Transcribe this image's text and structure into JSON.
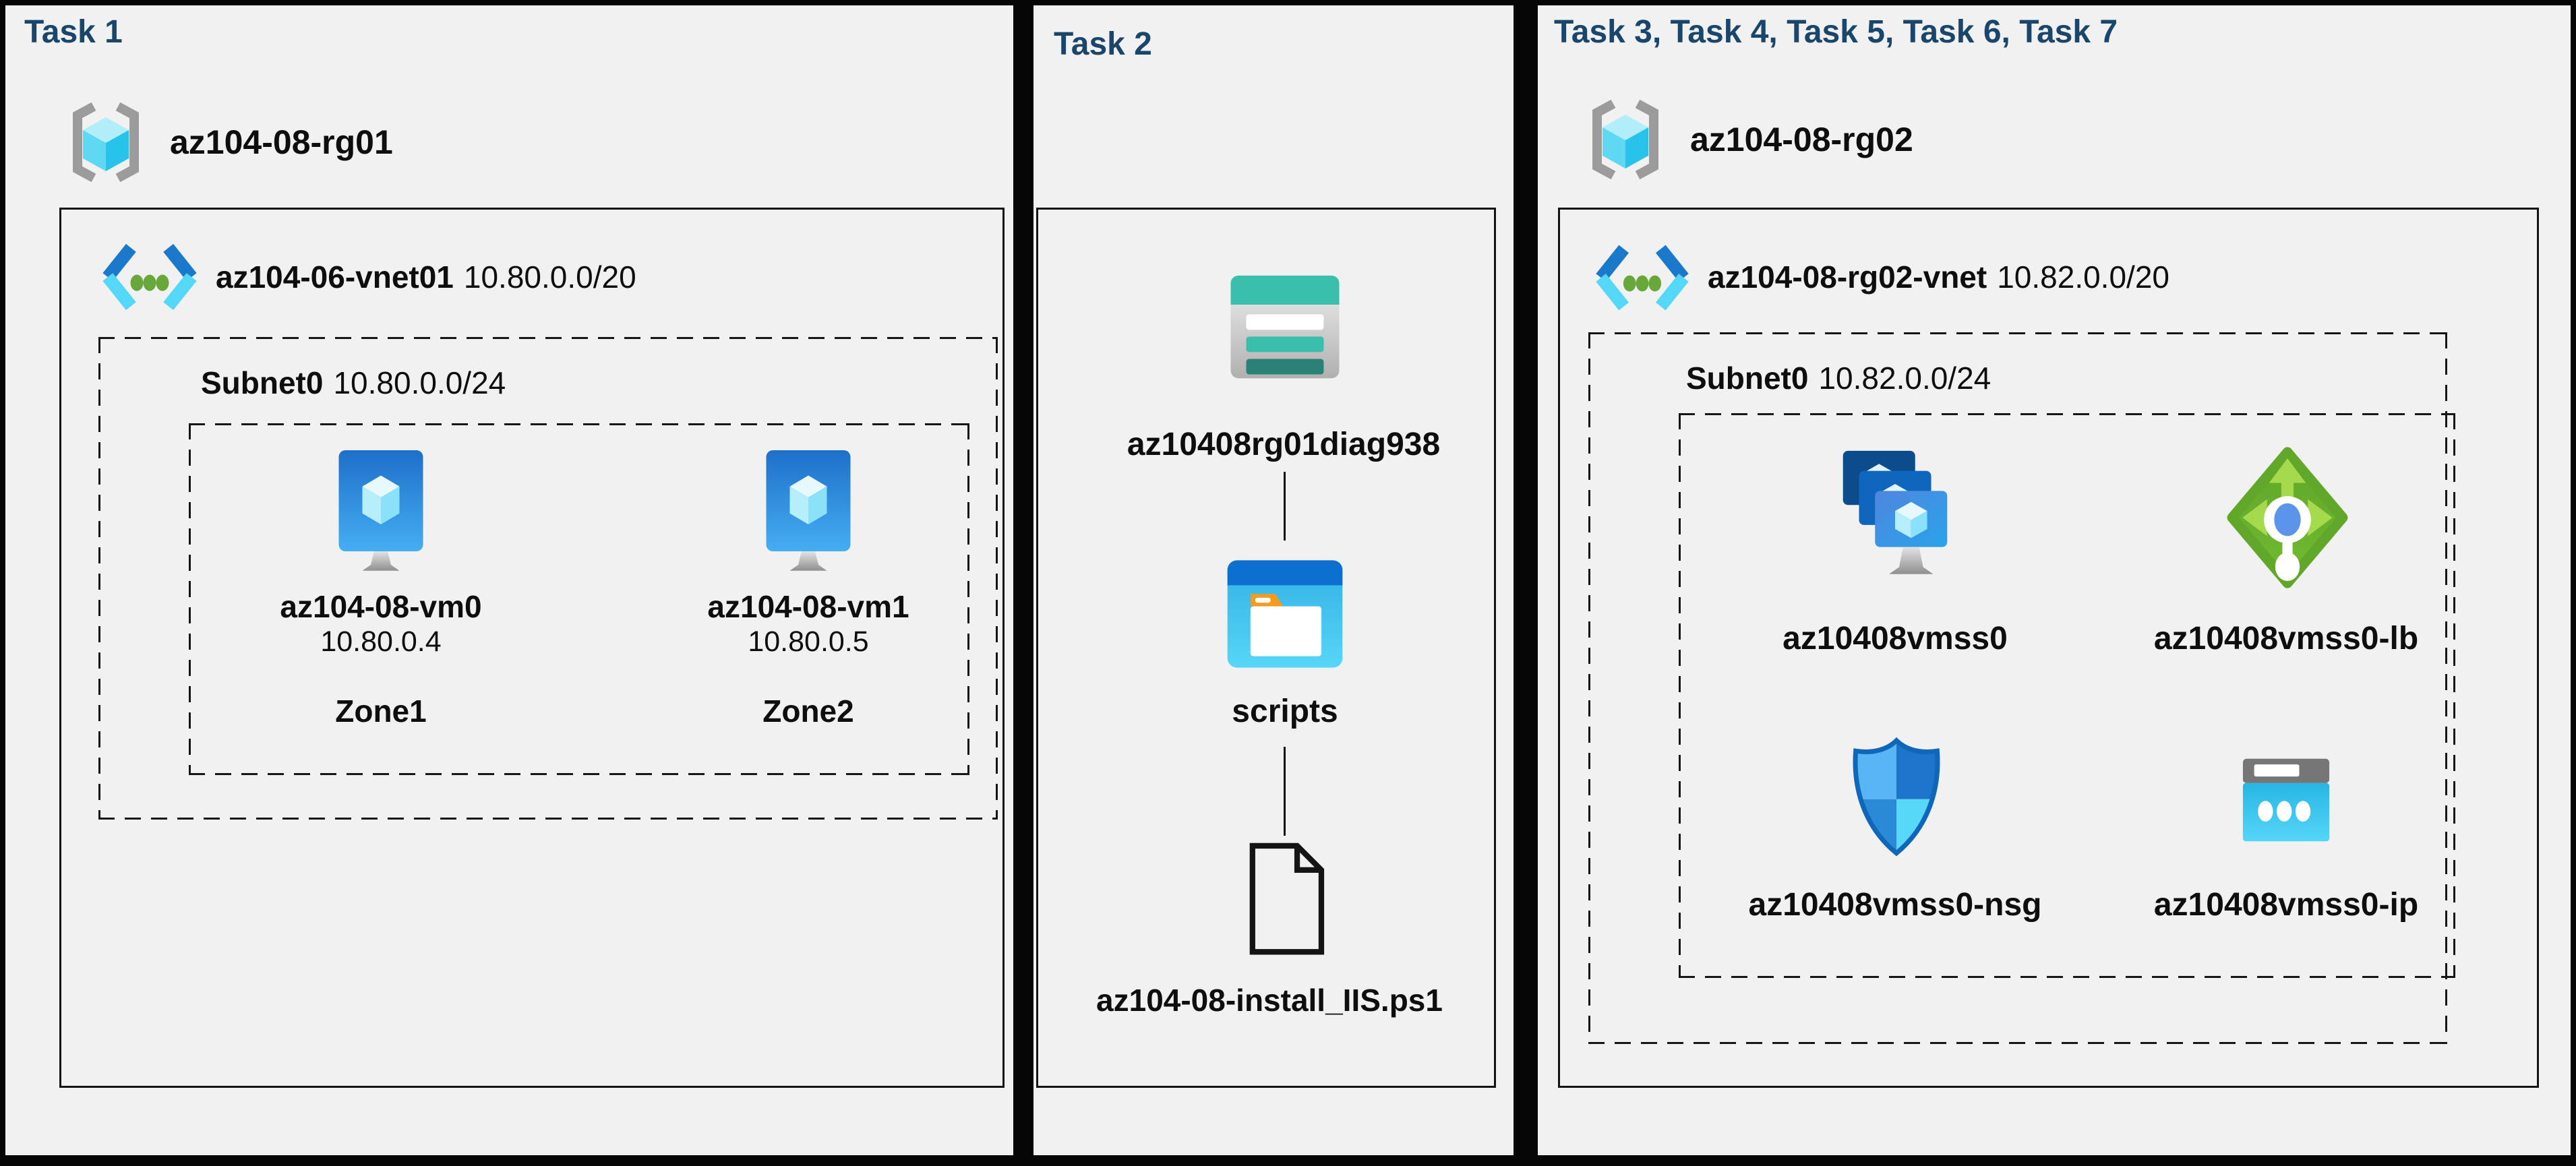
{
  "colors": {
    "background": "#050505",
    "panel_background": "#f1f1f1",
    "task_title": "#1a466b",
    "storage_teal": "#3abfad",
    "azure_blue": "#1b79cc",
    "light_cyan": "#55d7f7",
    "lb_green": "#62ab2c",
    "arrow_green": "#a6da4d"
  },
  "panels": [
    {
      "title": "Task 1",
      "resource_group": "az104-08-rg01",
      "vnet": {
        "name": "az104-06-vnet01",
        "cidr": "10.80.0.0/20"
      },
      "subnet": {
        "name": "Subnet0",
        "cidr": "10.80.0.0/24"
      },
      "vms": [
        {
          "name": "az104-08-vm0",
          "ip": "10.80.0.4",
          "zone": "Zone1"
        },
        {
          "name": "az104-08-vm1",
          "ip": "10.80.0.5",
          "zone": "Zone2"
        }
      ]
    },
    {
      "title": "Task 2",
      "storage_account": "az10408rg01diag938",
      "container": "scripts",
      "script_file": "az104-08-install_IIS.ps1"
    },
    {
      "title": "Task 3, Task 4, Task 5, Task 6, Task 7",
      "resource_group": "az104-08-rg02",
      "vnet": {
        "name": "az104-08-rg02-vnet",
        "cidr": "10.82.0.0/20"
      },
      "subnet": {
        "name": "Subnet0",
        "cidr": "10.82.0.0/24"
      },
      "resources": [
        {
          "name": "az10408vmss0",
          "type": "vm-scale-set"
        },
        {
          "name": "az10408vmss0-lb",
          "type": "load-balancer"
        },
        {
          "name": "az10408vmss0-nsg",
          "type": "network-security-group"
        },
        {
          "name": "az10408vmss0-ip",
          "type": "public-ip"
        }
      ]
    }
  ]
}
